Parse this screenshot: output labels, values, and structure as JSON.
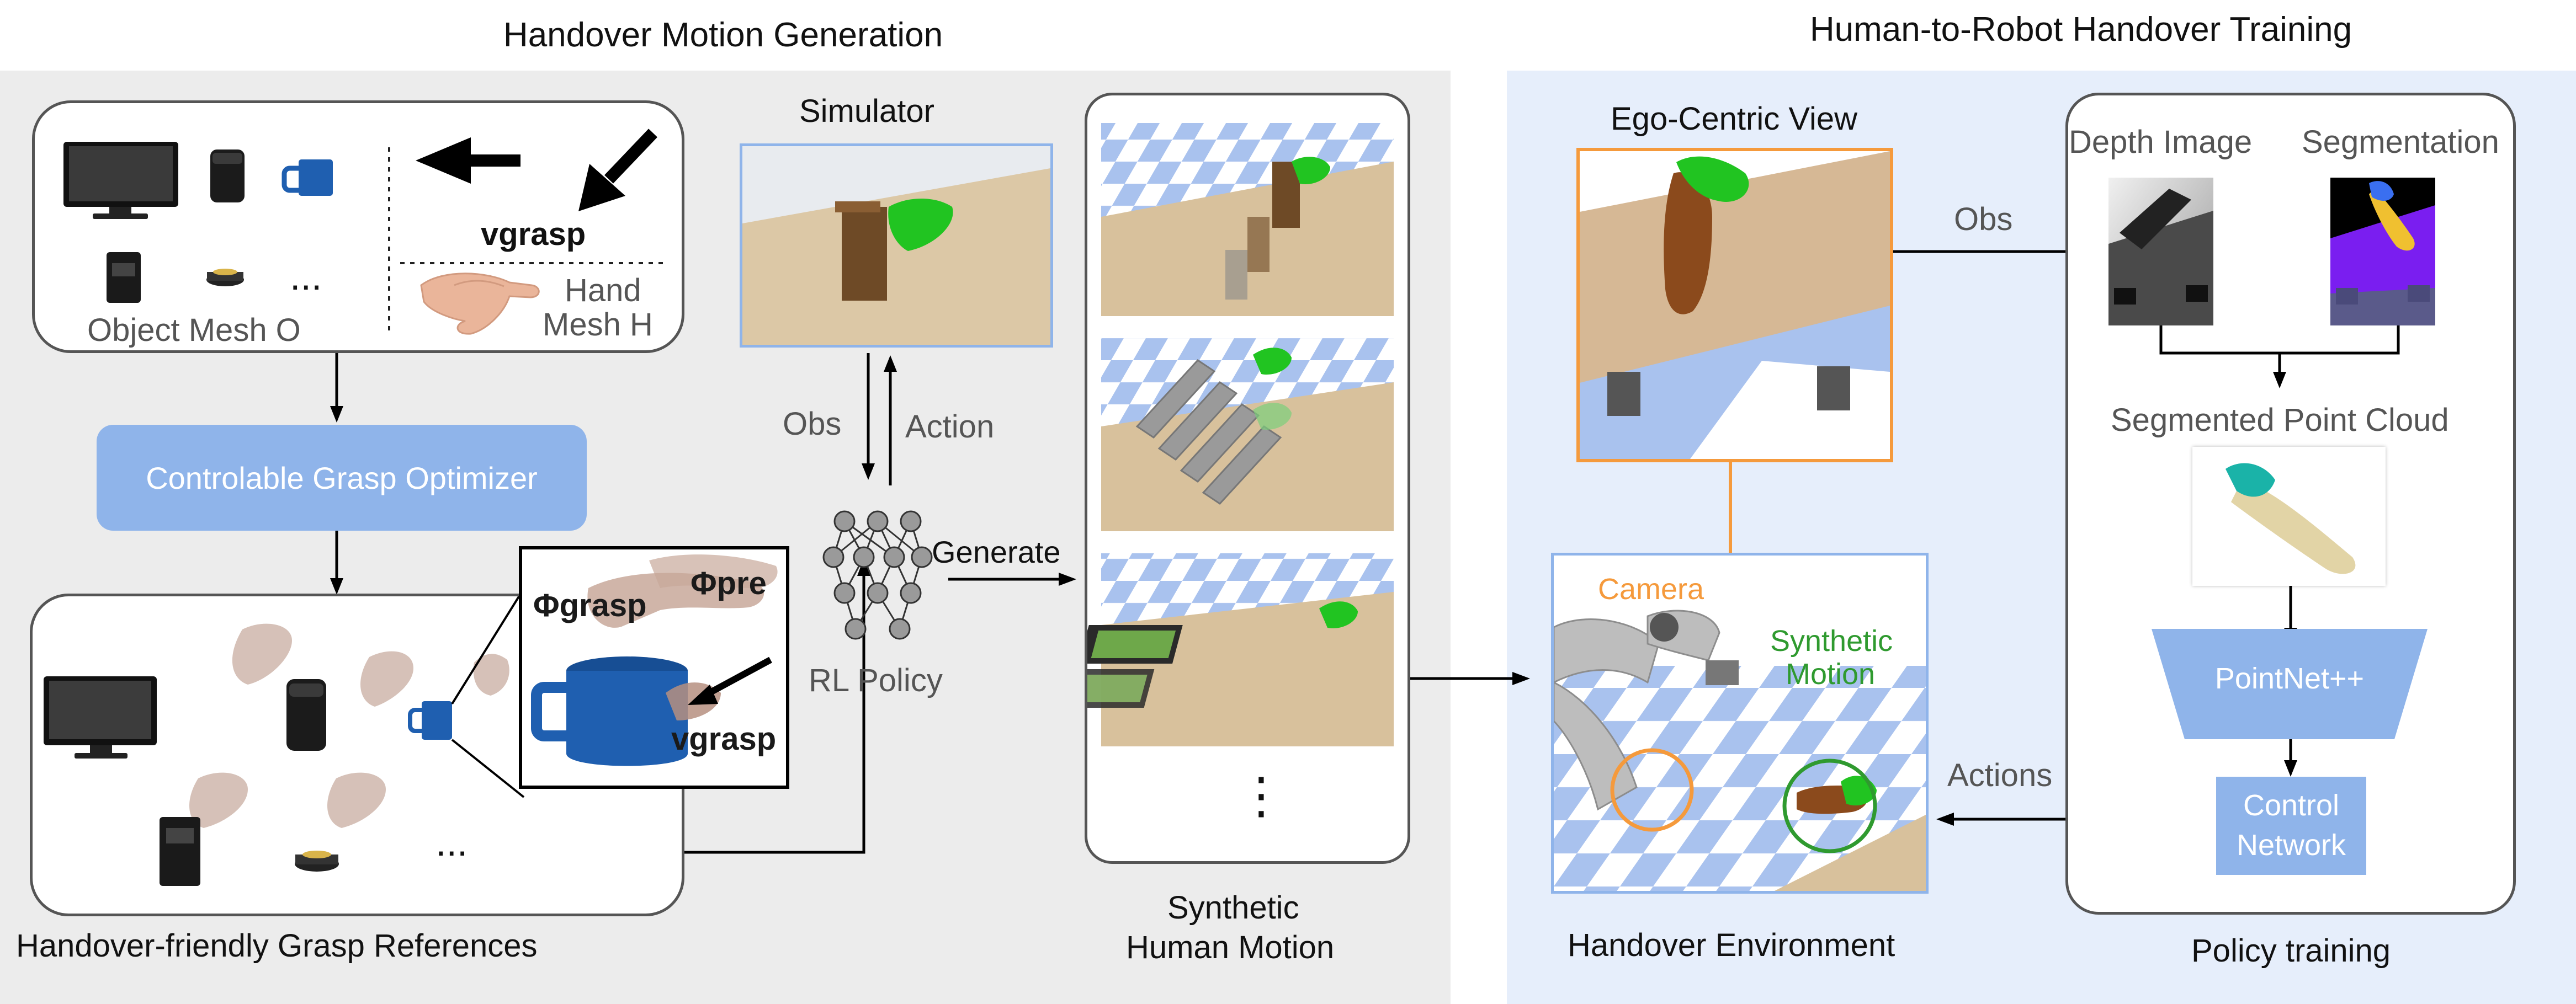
{
  "titles": {
    "left": "Handover Motion Generation",
    "right": "Human-to-Robot Handover Training"
  },
  "mesh_box": {
    "object_label": "Object Mesh O",
    "hand_label_line1": "Hand",
    "hand_label_line2": "Mesh H",
    "vgrasp": "vgrasp",
    "dots": "..."
  },
  "optimizer": {
    "label": "Controlable Grasp Optimizer"
  },
  "grasp_refs": {
    "label": "Handover-friendly Grasp References",
    "phi_grasp": "Φgrasp",
    "phi_pre": "Φpre",
    "vgrasp": "vgrasp",
    "dots": "..."
  },
  "simulator": {
    "label": "Simulator",
    "obs": "Obs",
    "action": "Action"
  },
  "policy": {
    "label": "RL Policy",
    "generate": "Generate"
  },
  "synthetic": {
    "line1": "Synthetic",
    "line2": "Human Motion",
    "dots": "⋮"
  },
  "ego_view": {
    "label": "Ego-Centric View",
    "obs": "Obs"
  },
  "handover_env": {
    "label": "Handover Environment",
    "camera": "Camera",
    "motion_line1": "Synthetic",
    "motion_line2": "Motion",
    "actions": "Actions"
  },
  "training": {
    "depth": "Depth Image",
    "segmentation": "Segmentation",
    "point_cloud": "Segmented Point Cloud",
    "pointnet": "PointNet++",
    "control_line1": "Control",
    "control_line2": "Network",
    "label": "Policy training"
  },
  "colors": {
    "accent_blue": "#8fb4ea",
    "camera_orange": "#f59a3c",
    "motion_green": "#2f9a2f",
    "left_panel_bg": "#ececec",
    "right_panel_bg": "#e6eefb"
  }
}
